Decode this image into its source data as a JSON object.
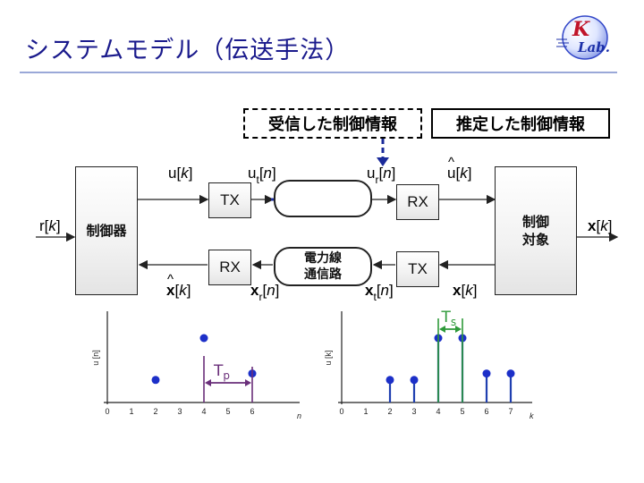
{
  "title": "システムモデル（伝送手法）",
  "callouts": {
    "received": "受信した制御情報",
    "estimated": "推定した制御情報"
  },
  "blocks": {
    "controller": "制御器",
    "plant_line1": "制御",
    "plant_line2": "対象",
    "tx_top": "TX",
    "rx_top": "RX",
    "rx_bottom": "RX",
    "tx_bottom": "TX",
    "channel_line1": "電力線",
    "channel_line2": "通信路"
  },
  "signals": {
    "u_k": {
      "base": "u",
      "bracket_open": "[",
      "var": "k",
      "bracket_close": "]"
    },
    "ut_n": {
      "base": "u",
      "sub": "t",
      "var": "n"
    },
    "ur_n": {
      "base": "u",
      "sub": "r",
      "var": "n"
    },
    "uhat_k": {
      "base": "u",
      "hat": "^",
      "var": "k"
    },
    "r_k": {
      "base": "r",
      "var": "k"
    },
    "x_k_right": {
      "base": "x",
      "var": "k"
    },
    "xhat_k": {
      "base": "x",
      "hat": "^",
      "var": "k"
    },
    "xr_n": {
      "base": "x",
      "sub": "r",
      "var": "n"
    },
    "xt_n": {
      "base": "x",
      "sub": "t",
      "var": "n"
    },
    "x_k_bottom": {
      "base": "x",
      "var": "k"
    }
  },
  "colors": {
    "title": "#1a1a8c",
    "stem": "#1f3fb0",
    "marker_dot": "#1c2fc8",
    "interval_arrow": "#6a2f7a",
    "ts_arrow": "#2e9a3a",
    "ring": "#3fa53f",
    "link_dash": "#1a2a9a"
  },
  "chart_data": [
    {
      "type": "stem",
      "ylabel": "u [n]",
      "xlabel": "n",
      "x_ticks": [
        "0",
        "1",
        "2",
        "3",
        "4",
        "5",
        "6"
      ],
      "points": [
        {
          "x": 2,
          "y": 0.35
        },
        {
          "x": 4,
          "y": 1.0
        },
        {
          "x": 6,
          "y": 0.45
        }
      ],
      "stems_drawn": false,
      "annotation": {
        "label": "Tp",
        "from": 4,
        "to": 6
      }
    },
    {
      "type": "stem",
      "ylabel": "u [k]",
      "xlabel": "k",
      "x_ticks": [
        "0",
        "1",
        "2",
        "3",
        "4",
        "5",
        "6",
        "7"
      ],
      "points": [
        {
          "x": 2,
          "y": 0.35
        },
        {
          "x": 3,
          "y": 0.35
        },
        {
          "x": 4,
          "y": 1.0
        },
        {
          "x": 5,
          "y": 1.0
        },
        {
          "x": 6,
          "y": 0.45
        },
        {
          "x": 7,
          "y": 0.45
        }
      ],
      "stems_drawn": true,
      "annotation": {
        "label": "Ts",
        "from": 4,
        "to": 5
      }
    }
  ]
}
